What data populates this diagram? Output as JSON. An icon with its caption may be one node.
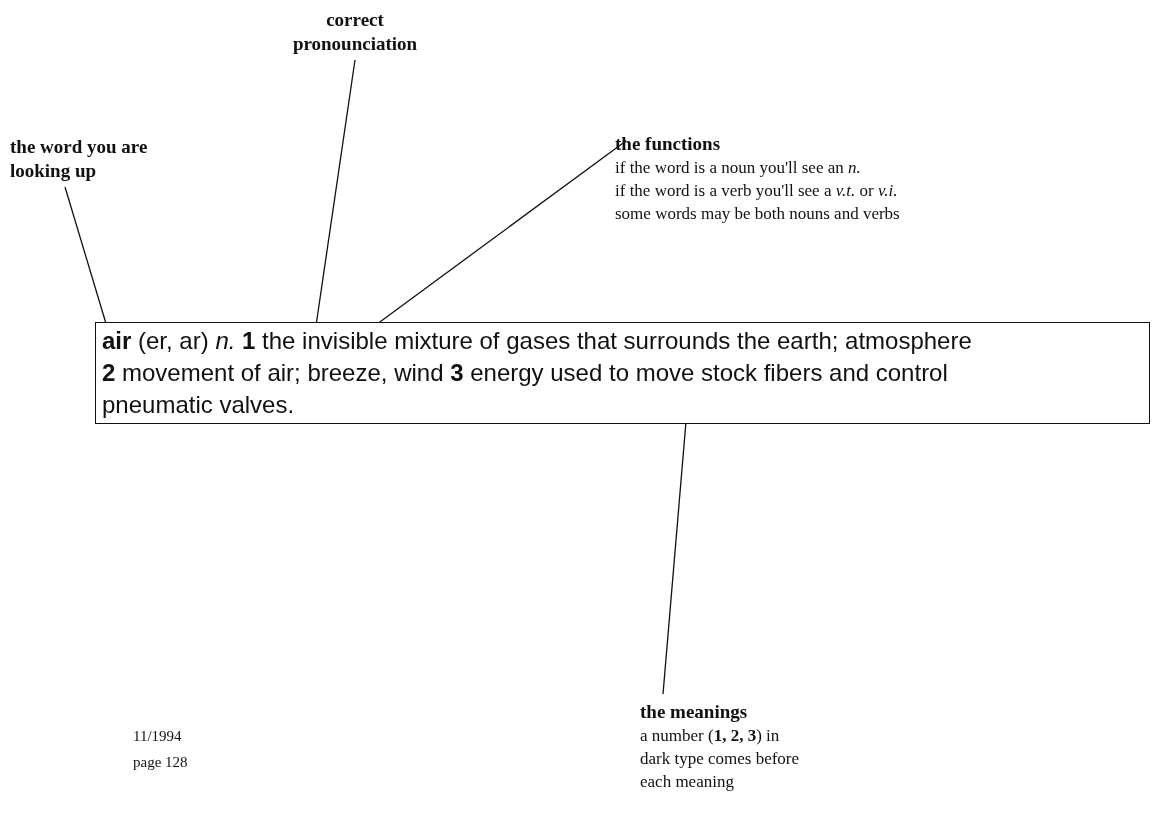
{
  "diagram": {
    "nodes": [
      {
        "text": [
          "the word you are looking up"
        ]
      },
      {
        "text": [
          "correct pronounciation"
        ]
      },
      {
        "text": [
          "the functions",
          "if the word is a noun you'll see an *n.*",
          "if the word is a verb you'll see a *v.t.* or *v.i.*",
          "some words may be both nouns and verbs"
        ]
      },
      {
        "text": [
          "the meanings",
          "a number (**1, 2, 3**) in dark type comes before each meaning"
        ]
      },
      {
        "text": [
          "**air** (er, ar) *n.* **1** the invisible mixture of gases that surrounds the earth; atmosphere  **2** movement of air; breeze, wind  **3** energy used to move stock fibers and control pneumatic valves."
        ]
      }
    ],
    "edges": [
      {
        "from": 0,
        "to": 4,
        "arrow": "none"
      },
      {
        "from": 1,
        "to": 4,
        "arrow": "none"
      },
      {
        "from": 2,
        "to": 4,
        "arrow": "none"
      },
      {
        "from": 3,
        "to": 4,
        "arrow": "none"
      }
    ],
    "labels": [
      "11/1994",
      "page 128"
    ]
  }
}
